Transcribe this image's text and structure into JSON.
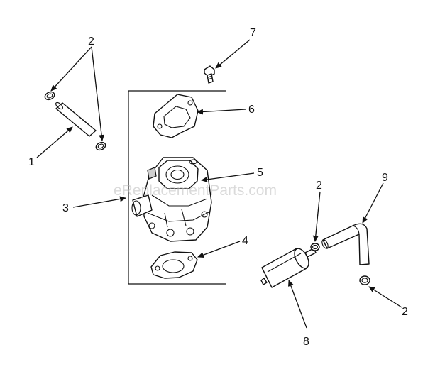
{
  "watermark": "eReplacementParts.com",
  "callouts": {
    "c1": "1",
    "c2_topleft": "2",
    "c3": "3",
    "c4": "4",
    "c5": "5",
    "c6": "6",
    "c7": "7",
    "c2_mid": "2",
    "c9": "9",
    "c8": "8",
    "c2_bottomright": "2"
  },
  "parts": [
    {
      "id": "1",
      "icon": "hose-segment-icon"
    },
    {
      "id": "2",
      "icon": "hose-clamp-icon"
    },
    {
      "id": "3",
      "icon": "carburetor-assembly-icon"
    },
    {
      "id": "4",
      "icon": "gasket-icon"
    },
    {
      "id": "5",
      "icon": "carburetor-icon"
    },
    {
      "id": "6",
      "icon": "gasket-icon"
    },
    {
      "id": "7",
      "icon": "screw-icon"
    },
    {
      "id": "8",
      "icon": "fuel-filter-icon"
    },
    {
      "id": "9",
      "icon": "fuel-line-icon"
    }
  ]
}
